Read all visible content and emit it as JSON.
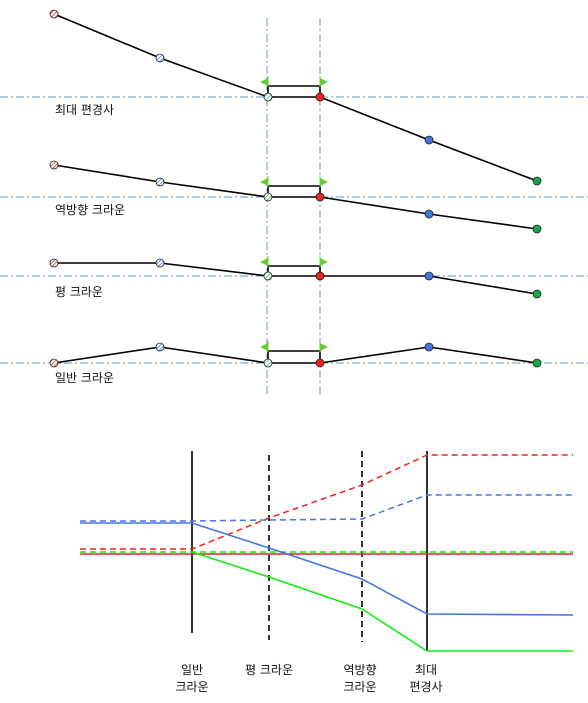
{
  "colors": {
    "axis": "#6699cc",
    "line": "#000000",
    "flag": "#66cc33",
    "red": "#ee2222",
    "blue": "#4477dd",
    "green": "#11ee11",
    "green_dot": "#11aa44",
    "green_hatch": "#44bb66",
    "red_hatch": "#dd3333",
    "blue_hatch": "#4477dd"
  },
  "profiles": [
    {
      "key": "max-superelevation",
      "label": "최대 편경사"
    },
    {
      "key": "reverse-crown",
      "label": "역방향 크라운"
    },
    {
      "key": "flat-crown",
      "label": "평 크라운"
    },
    {
      "key": "normal-crown",
      "label": "일반 크라운"
    }
  ],
  "stations": [
    {
      "key": "normal-crown",
      "line1": "일반",
      "line2": "크라운"
    },
    {
      "key": "flat-crown",
      "line1": "평 크라운",
      "line2": ""
    },
    {
      "key": "reverse-crown",
      "line1": "역방향",
      "line2": "크라운"
    },
    {
      "key": "max-superelevation",
      "line1": "최대",
      "line2": "편경사"
    }
  ]
}
